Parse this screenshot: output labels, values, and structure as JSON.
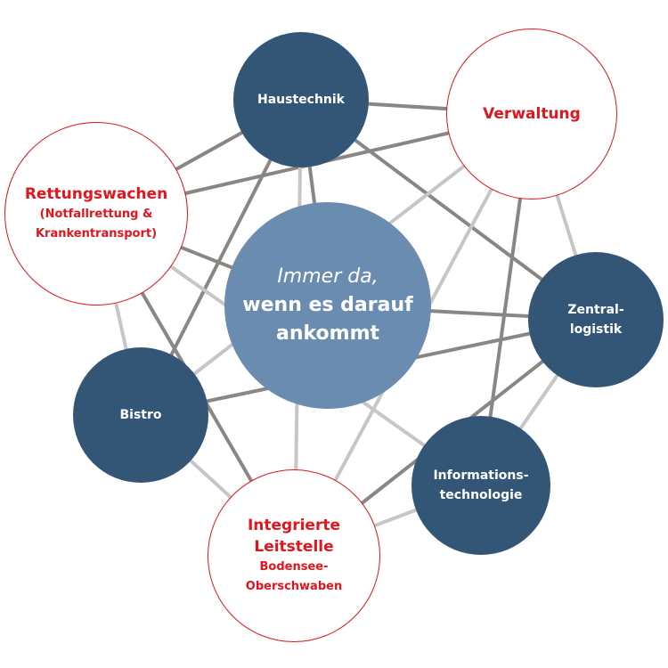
{
  "colors": {
    "dark_node": "#335677",
    "center_node": "#6a8cb0",
    "accent": "#e2141c",
    "strong_link": "#8a8684",
    "weak_link": "#c6c6c6"
  },
  "center": {
    "line1": "Immer da,",
    "line2": "wenn es darauf",
    "line3": "ankommt"
  },
  "nodes": {
    "haustechnik": "Haustechnik",
    "verwaltung": "Verwaltung",
    "rettung": {
      "title": "Rettungswachen",
      "sub1": "(Notfallrettung &",
      "sub2": "Krankentransport)"
    },
    "zentral": {
      "line1": "Zentral-",
      "line2": "logistik"
    },
    "bistro": "Bistro",
    "it": {
      "line1": "Informations-",
      "line2": "technologie"
    },
    "leitstelle": {
      "line1": "Integrierte",
      "line2": "Leitstelle",
      "sub1": "Bodensee-",
      "sub2": "Oberschwaben"
    }
  },
  "links": [
    [
      "haus",
      "verw",
      "strong"
    ],
    [
      "haus",
      "rett",
      "strong"
    ],
    [
      "haus",
      "center",
      "strong"
    ],
    [
      "haus",
      "bistro",
      "strong"
    ],
    [
      "haus",
      "zentral",
      "strong"
    ],
    [
      "verw",
      "rett",
      "strong"
    ],
    [
      "verw",
      "it",
      "strong"
    ],
    [
      "rett",
      "center",
      "strong"
    ],
    [
      "rett",
      "leit",
      "strong"
    ],
    [
      "center",
      "zentral",
      "strong"
    ],
    [
      "bistro",
      "zentral",
      "strong"
    ],
    [
      "leit",
      "zentral",
      "strong"
    ],
    [
      "haus",
      "leit",
      "weak"
    ],
    [
      "verw",
      "bistro",
      "weak"
    ],
    [
      "verw",
      "leit",
      "weak"
    ],
    [
      "verw",
      "zentral",
      "weak"
    ],
    [
      "rett",
      "bistro",
      "weak"
    ],
    [
      "rett",
      "it",
      "weak"
    ],
    [
      "bistro",
      "leit",
      "weak"
    ],
    [
      "zentral",
      "it",
      "weak"
    ],
    [
      "it",
      "leit",
      "weak"
    ]
  ]
}
